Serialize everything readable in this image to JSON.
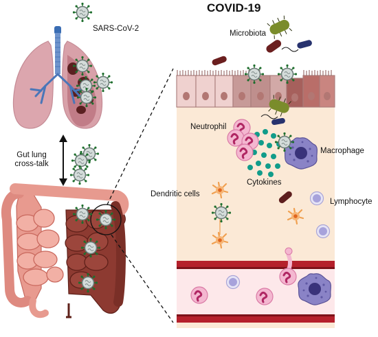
{
  "title": "COVID-19",
  "labels": {
    "virus": "SARS-CoV-2",
    "microbiota": "Microbiota",
    "gut_lung": [
      "Gut lung",
      "cross-talk"
    ],
    "neutrophil": "Neutrophil",
    "macrophage": "Macrophage",
    "cytokines": "Cytokines",
    "dendritic_cells": "Dendritic cells",
    "lymphocyte": "Lymphocyte"
  },
  "colors": {
    "lung": "#dba3ac",
    "lung_dark": "#b66f7b",
    "trachea": "#6a8fc7",
    "intestine": "#eba297",
    "colon_dark": "#8a3a2f",
    "tissue": "#fbe9d6",
    "epithelium": "#e9c9c7",
    "vessel": "#b5202b",
    "cytokine": "#119c8a",
    "macrophage": "#6b63a8",
    "neutrophil": "#f1a9c8",
    "dendritic": "#f2a35c",
    "lymphocyte": "#c7c3e8",
    "virus": "#9aa6a4",
    "spike": "#1f6e2e"
  },
  "icons": [
    "virus-icon",
    "bacterium-icon",
    "double-arrow-icon",
    "magnifier-circle-icon"
  ]
}
